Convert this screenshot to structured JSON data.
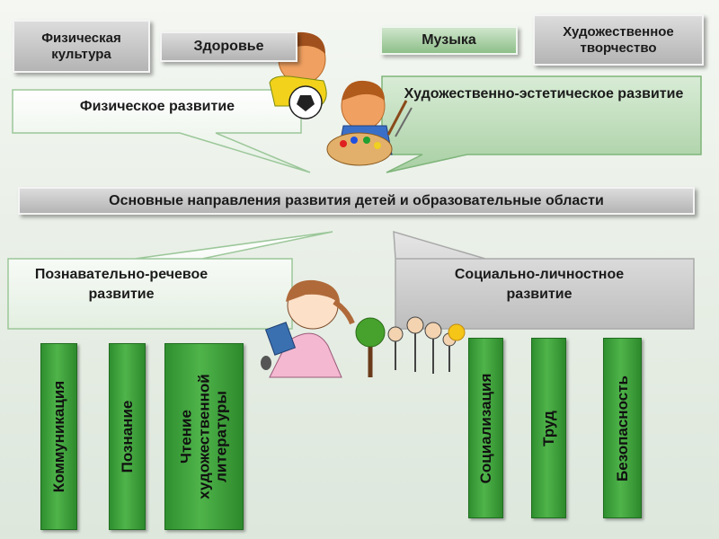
{
  "top_boxes": {
    "physical_culture": "Физическая культура",
    "health": "Здоровье",
    "music": "Музыка",
    "artistic_creativity": "Художественное творчество"
  },
  "callouts": {
    "physical_development": "Физическое развитие",
    "aesthetic_development": "Художественно-эстетическое развитие",
    "cognitive_speech": "Познавательно-речевое развитие",
    "social_personal": "Социально-личностное развитие"
  },
  "main_banner": "Основные направления развития детей и образовательные области",
  "columns": {
    "communication": "Коммуникация",
    "cognition": "Познание",
    "reading_line1": "Чтение",
    "reading_line2": "художественной",
    "reading_line3": "литературы",
    "socialization": "Социализация",
    "labor": "Труд",
    "safety": "Безопасность"
  },
  "colors": {
    "green_column": "#3fa43a",
    "callout_green": "#bcdcb7",
    "callout_grey": "#c8c8c8"
  }
}
